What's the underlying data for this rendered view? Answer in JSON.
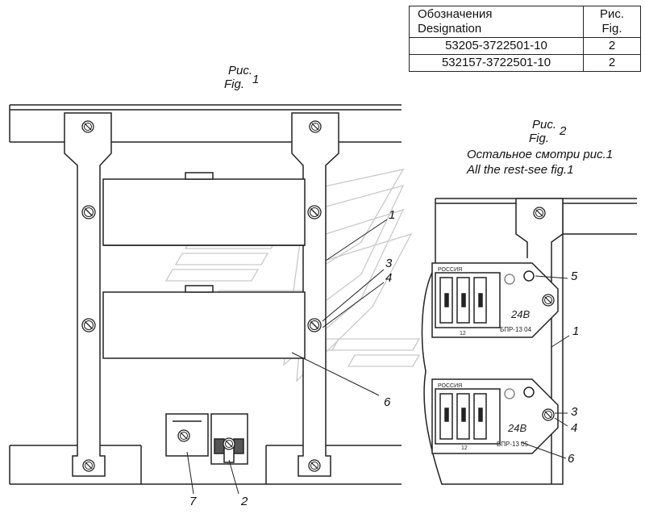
{
  "table": {
    "header": {
      "designation_ru": "Обозначения",
      "designation_en": "Designation",
      "fig_ru": "Рис.",
      "fig_en": "Fig."
    },
    "rows": [
      {
        "designation": "53205-3722501-10",
        "fig": "2"
      },
      {
        "designation": "532157-3722501-10",
        "fig": "2"
      }
    ]
  },
  "fig1": {
    "label_ru": "Рис.",
    "label_en": "Fig.",
    "number": "1"
  },
  "fig2": {
    "label_ru": "Рис.",
    "label_en": "Fig.",
    "number": "2",
    "note_ru": "Остальное смотри рис.1",
    "note_en": "All the rest-see fig.1"
  },
  "fig1_callouts": [
    "1",
    "3",
    "4",
    "6",
    "7",
    "2"
  ],
  "fig2_callouts": [
    "5",
    "1",
    "3",
    "4",
    "6"
  ],
  "blocks": [
    {
      "voltage": "24В",
      "model": "БПР-13 04",
      "maker": "РОССИЯ",
      "count": "12"
    },
    {
      "voltage": "24В",
      "model": "БПР-13 05",
      "maker": "РОССИЯ",
      "count": "12"
    }
  ],
  "colors": {
    "line": "#222222",
    "watermark": "#c9c9c9",
    "background": "#ffffff"
  }
}
